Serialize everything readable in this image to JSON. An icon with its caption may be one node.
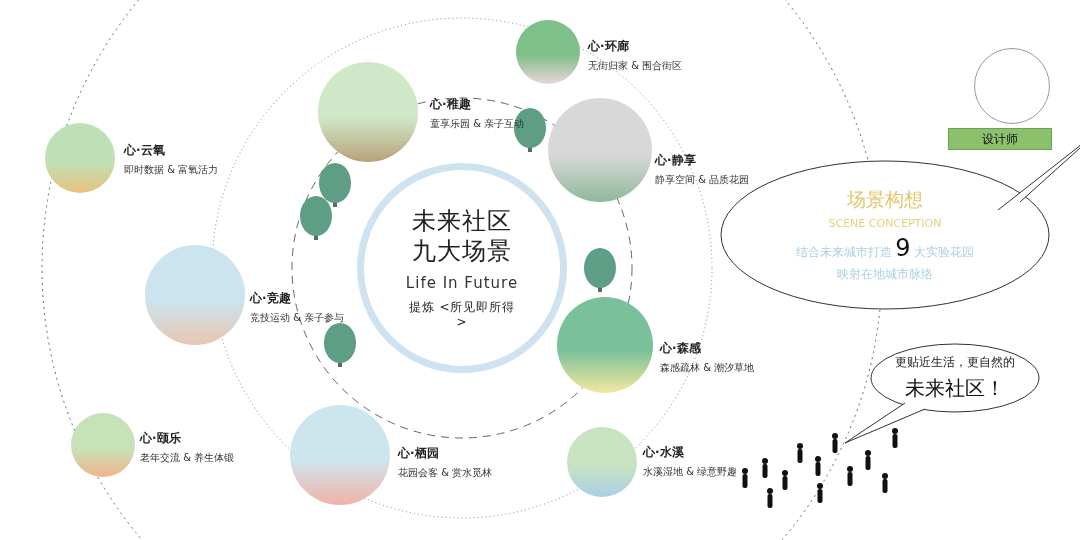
{
  "diagram": {
    "nodes": [
      {
        "text": [
          "未来社区九大场景",
          "Life In Future",
          "提炼 <所见即所得>"
        ]
      },
      {
        "text": [
          "心·环廊",
          "无街归家 & 围合街区"
        ]
      },
      {
        "text": [
          "心·稚趣",
          "童享乐园 & 亲子互动"
        ]
      },
      {
        "text": [
          "心·静享",
          "静享空间 & 品质花园"
        ]
      },
      {
        "text": [
          "心·云氧",
          "即时数据 & 富氧活力"
        ]
      },
      {
        "text": [
          "心·竞趣",
          "竞技运动 & 亲子参与"
        ]
      },
      {
        "text": [
          "心·森感",
          "森感疏林 & 潮汐草地"
        ]
      },
      {
        "text": [
          "心·颐乐",
          "老年交流 & 养生体锻"
        ]
      },
      {
        "text": [
          "心·栖园",
          "花园会客 & 赏水觅林"
        ]
      },
      {
        "text": [
          "心·水溪",
          "水溪湿地 & 绿意野趣"
        ]
      },
      {
        "text": [],
        "shape": "circle"
      },
      {
        "text": [
          "设计师"
        ]
      },
      {
        "text": [
          "场景构想",
          "SCENE CONCEPTION",
          "结合未来城市打造**9**大实验花园",
          "映射在地城市脉络"
        ]
      },
      {
        "text": [
          "更贴近生活，更自然的",
          "未来社区！"
        ]
      }
    ]
  }
}
